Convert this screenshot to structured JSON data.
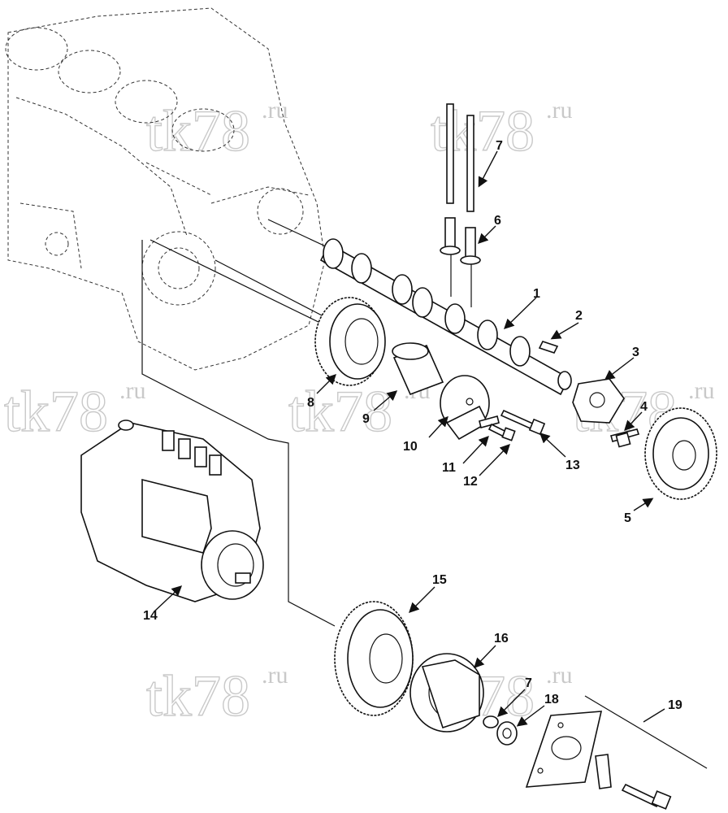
{
  "watermark": {
    "text": "tk78",
    "suffix": ".ru"
  },
  "callouts": [
    "1",
    "2",
    "3",
    "4",
    "5",
    "6",
    "7",
    "8",
    "9",
    "10",
    "11",
    "12",
    "13",
    "14",
    "15",
    "16",
    "7",
    "18",
    "19"
  ]
}
